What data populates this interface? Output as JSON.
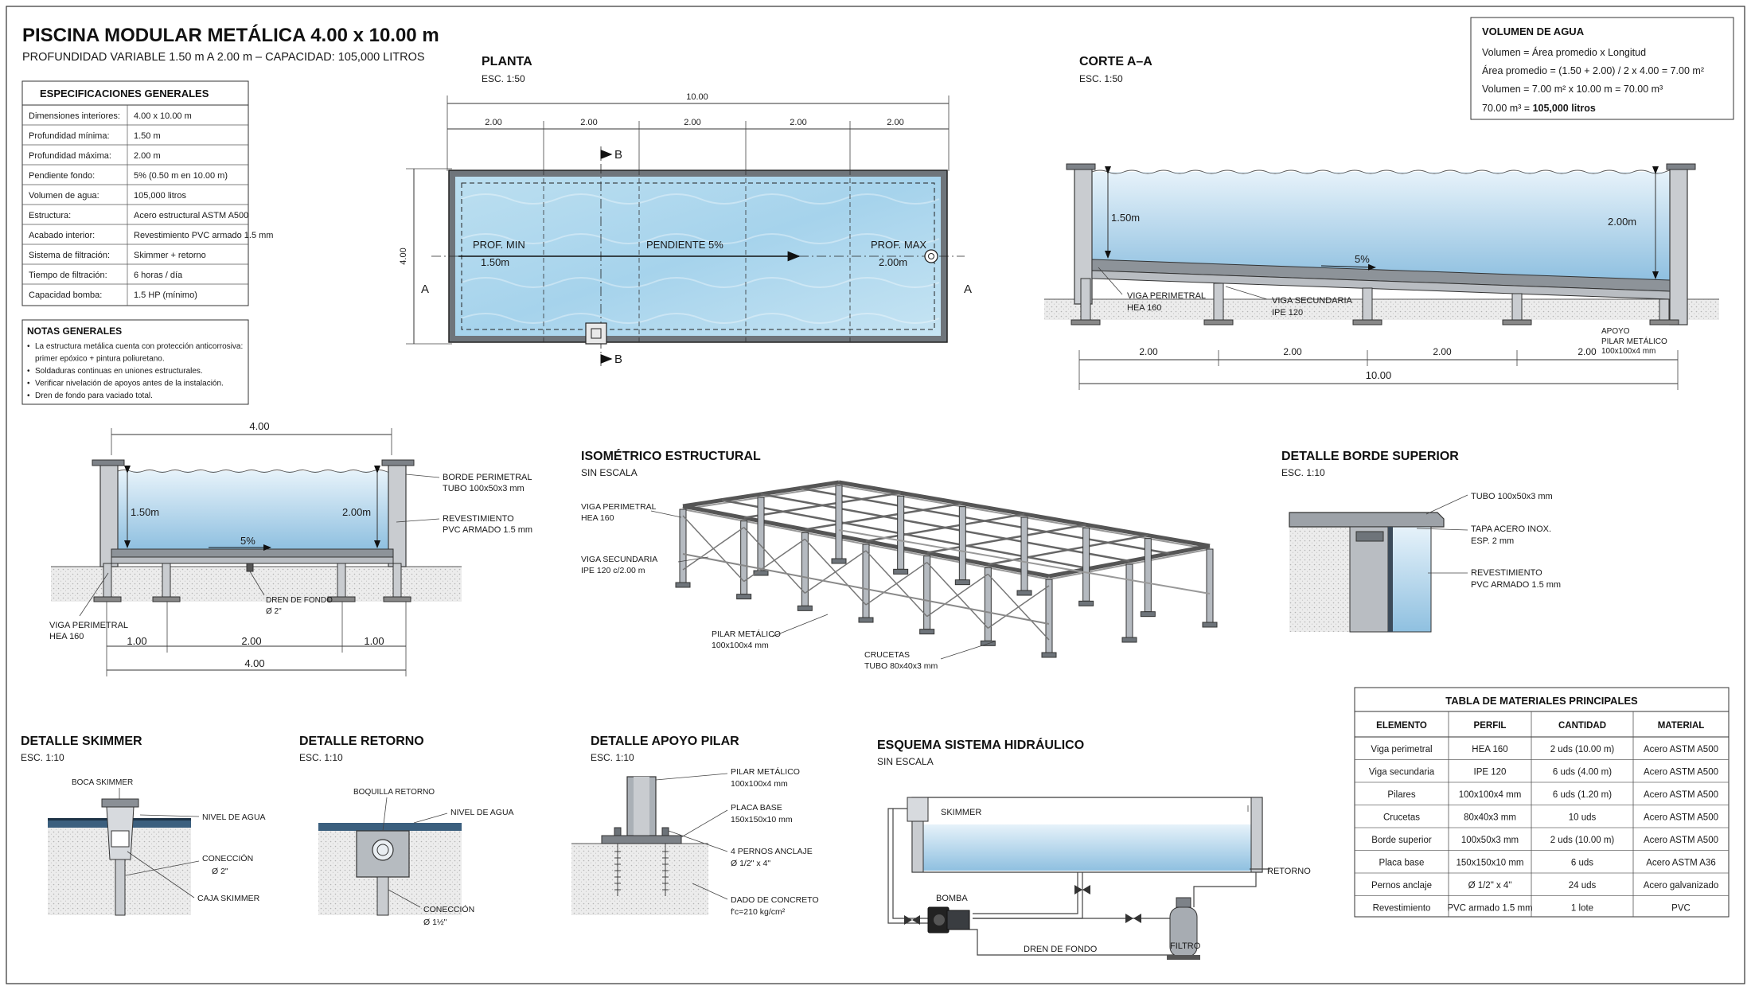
{
  "title": "PISCINA MODULAR METÁLICA 4.00 x 10.00 m",
  "subtitle": "PROFUNDIDAD VARIABLE 1.50 m A 2.00 m – CAPACIDAD: 105,000 LITROS",
  "specs": {
    "title": "ESPECIFICACIONES GENERALES",
    "rows": [
      {
        "label": "Dimensiones interiores:",
        "value": "4.00 x 10.00 m"
      },
      {
        "label": "Profundidad mínima:",
        "value": "1.50 m"
      },
      {
        "label": "Profundidad máxima:",
        "value": "2.00 m"
      },
      {
        "label": "Pendiente fondo:",
        "value": "5% (0.50 m en 10.00 m)"
      },
      {
        "label": "Volumen de agua:",
        "value": "105,000 litros"
      },
      {
        "label": "Estructura:",
        "value": "Acero estructural ASTM A500"
      },
      {
        "label": "Acabado interior:",
        "value": "Revestimiento PVC armado 1.5 mm"
      },
      {
        "label": "Sistema de filtración:",
        "value": "Skimmer + retorno"
      },
      {
        "label": "Tiempo de filtración:",
        "value": "6 horas / día"
      },
      {
        "label": "Capacidad bomba:",
        "value": "1.5 HP (mínimo)"
      }
    ]
  },
  "notes": {
    "title": "NOTAS GENERALES",
    "items": [
      "La estructura metálica cuenta con protección anticorrosiva:",
      "primer epóxico + pintura poliuretano.",
      "Soldaduras continuas en uniones estructurales.",
      "Verificar nivelación de apoyos antes de la instalación.",
      "Dren de fondo para vaciado total."
    ]
  },
  "planta": {
    "title": "PLANTA",
    "scale": "ESC. 1:50",
    "total": "10.00",
    "segments": [
      "2.00",
      "2.00",
      "2.00",
      "2.00",
      "2.00"
    ],
    "width": "4.00",
    "section_a": "A",
    "section_b": "B",
    "prof_min_label": "PROF. MIN",
    "prof_min_value": "1.50m",
    "slope_label": "PENDIENTE 5%",
    "prof_max_label": "PROF. MAX",
    "prof_max_value": "2.00m"
  },
  "corte": {
    "title": "CORTE A–A",
    "scale": "ESC. 1:50",
    "depth_min": "1.50m",
    "depth_max": "2.00m",
    "slope": "5%",
    "viga_perimetral": [
      "VIGA PERIMETRAL",
      "HEA 160"
    ],
    "viga_secundaria": [
      "VIGA SECUNDARIA",
      "IPE 120"
    ],
    "apoyo": [
      "APOYO",
      "PILAR METÁLICO",
      "100x100x4 mm"
    ],
    "segments": [
      "2.00",
      "2.00",
      "2.00",
      "2.00"
    ],
    "total": "10.00"
  },
  "volumen": {
    "title": "VOLUMEN DE AGUA",
    "lines": [
      "Volumen = Área promedio x Longitud",
      "Área promedio = (1.50 + 2.00) / 2 x 4.00 = 7.00 m²",
      "Volumen = 7.00 m² x 10.00 m = 70.00 m³"
    ],
    "result_prefix": "70.00 m³ = ",
    "result_bold": "105,000 litros"
  },
  "transversal": {
    "top_dim": "4.00",
    "depth_min": "1.50m",
    "depth_max": "2.00m",
    "slope": "5%",
    "borde": [
      "BORDE PERIMETRAL",
      "TUBO 100x50x3 mm"
    ],
    "revest": [
      "REVESTIMIENTO",
      "PVC ARMADO 1.5 mm"
    ],
    "dren": [
      "DREN DE FONDO",
      "Ø 2\""
    ],
    "viga": [
      "VIGA PERIMETRAL",
      "HEA 160"
    ],
    "segments": [
      "1.00",
      "2.00",
      "1.00"
    ],
    "total": "4.00"
  },
  "iso": {
    "title": "ISOMÉTRICO ESTRUCTURAL",
    "scale": "SIN ESCALA",
    "viga_perimetral": [
      "VIGA PERIMETRAL",
      "HEA 160"
    ],
    "viga_secundaria": [
      "VIGA SECUNDARIA",
      "IPE 120 c/2.00 m"
    ],
    "pilar": [
      "PILAR METÁLICO",
      "100x100x4 mm"
    ],
    "crucetas": [
      "CRUCETAS",
      "TUBO 80x40x3 mm"
    ]
  },
  "borde": {
    "title": "DETALLE BORDE SUPERIOR",
    "scale": "ESC. 1:10",
    "tubo": "TUBO 100x50x3 mm",
    "tapa": [
      "TAPA ACERO INOX.",
      "ESP. 2 mm"
    ],
    "revest": [
      "REVESTIMIENTO",
      "PVC ARMADO 1.5 mm"
    ]
  },
  "skimmer": {
    "title": "DETALLE SKIMMER",
    "scale": "ESC. 1:10",
    "boca": "BOCA SKIMMER",
    "nivel": "NIVEL DE AGUA",
    "conexion": [
      "CONECCIÓN",
      "Ø 2\""
    ],
    "caja": "CAJA SKIMMER"
  },
  "retorno": {
    "title": "DETALLE RETORNO",
    "scale": "ESC. 1:10",
    "boquilla": "BOQUILLA RETORNO",
    "nivel": "NIVEL DE AGUA",
    "conexion": [
      "CONECCIÓN",
      "Ø 1½\""
    ]
  },
  "apoyo": {
    "title": "DETALLE APOYO PILAR",
    "scale": "ESC. 1:10",
    "pilar": [
      "PILAR METÁLICO",
      "100x100x4 mm"
    ],
    "placa": [
      "PLACA BASE",
      "150x150x10 mm"
    ],
    "pernos": [
      "4 PERNOS ANCLAJE",
      "Ø 1/2\" x 4\""
    ],
    "dado": [
      "DADO DE CONCRETO",
      "f'c=210 kg/cm²"
    ]
  },
  "hidraulico": {
    "title": "ESQUEMA SISTEMA HIDRÁULICO",
    "scale": "SIN ESCALA",
    "skimmer": "SKIMMER",
    "retorno": "RETORNO",
    "bomba": "BOMBA",
    "dren": "DREN DE FONDO",
    "filtro": "FILTRO"
  },
  "materiales": {
    "title": "TABLA DE MATERIALES PRINCIPALES",
    "headers": [
      "ELEMENTO",
      "PERFIL",
      "CANTIDAD",
      "MATERIAL"
    ],
    "rows": [
      [
        "Viga perimetral",
        "HEA 160",
        "2 uds (10.00 m)",
        "Acero ASTM A500"
      ],
      [
        "Viga secundaria",
        "IPE 120",
        "6 uds (4.00 m)",
        "Acero ASTM A500"
      ],
      [
        "Pilares",
        "100x100x4 mm",
        "6 uds (1.20 m)",
        "Acero ASTM A500"
      ],
      [
        "Crucetas",
        "80x40x3 mm",
        "10 uds",
        "Acero ASTM A500"
      ],
      [
        "Borde superior",
        "100x50x3 mm",
        "2 uds (10.00 m)",
        "Acero ASTM A500"
      ],
      [
        "Placa base",
        "150x150x10 mm",
        "6 uds",
        "Acero ASTM A36"
      ],
      [
        "Pernos anclaje",
        "Ø 1/2\" x 4\"",
        "24 uds",
        "Acero galvanizado"
      ],
      [
        "Revestimiento",
        "PVC armado 1.5 mm",
        "1 lote",
        "PVC"
      ]
    ]
  },
  "colors": {
    "water_light": "#e3f1f9",
    "water_mid": "#bfdcee",
    "water_dark": "#8fc0e0",
    "steel": "#c9ccd0",
    "line": "#1a1a1a"
  }
}
